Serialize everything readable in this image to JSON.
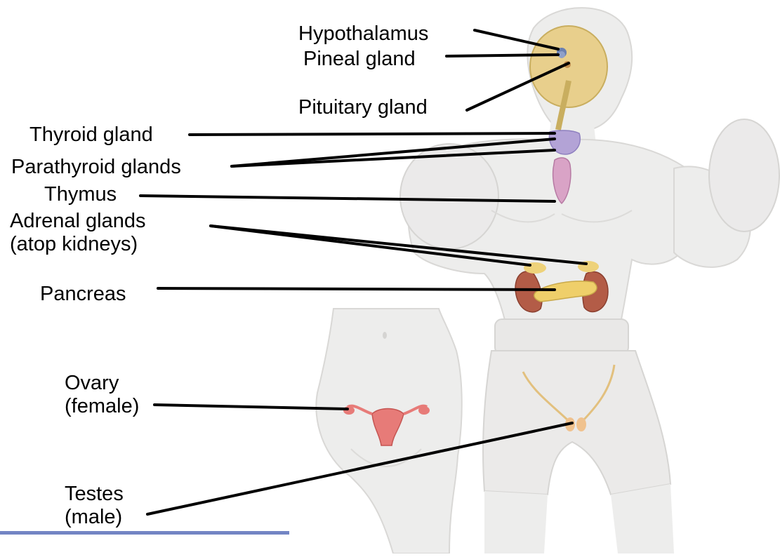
{
  "labels": {
    "hypothalamus": "Hypothalamus",
    "pineal": "Pineal gland",
    "pituitary": "Pituitary gland",
    "thyroid": "Thyroid gland",
    "parathyroid": "Parathyroid glands",
    "thymus": "Thymus",
    "adrenal": "Adrenal glands\n(atop kidneys)",
    "pancreas": "Pancreas",
    "ovary": "Ovary\n(female)",
    "testes": "Testes\n(male)"
  },
  "colors": {
    "body": "#ededec",
    "body_outline": "#d9d8d6",
    "brain": "#e8cf8c",
    "thyroid": "#b3a3d6",
    "thymus": "#d9a3c6",
    "adrenal": "#eed27a",
    "kidney": "#b35c47",
    "pancreas": "#efcf6a",
    "uterus": "#e77b78",
    "testes": "#f0c28e",
    "leader_line": "#000000",
    "footer_rule": "#7385c4"
  }
}
